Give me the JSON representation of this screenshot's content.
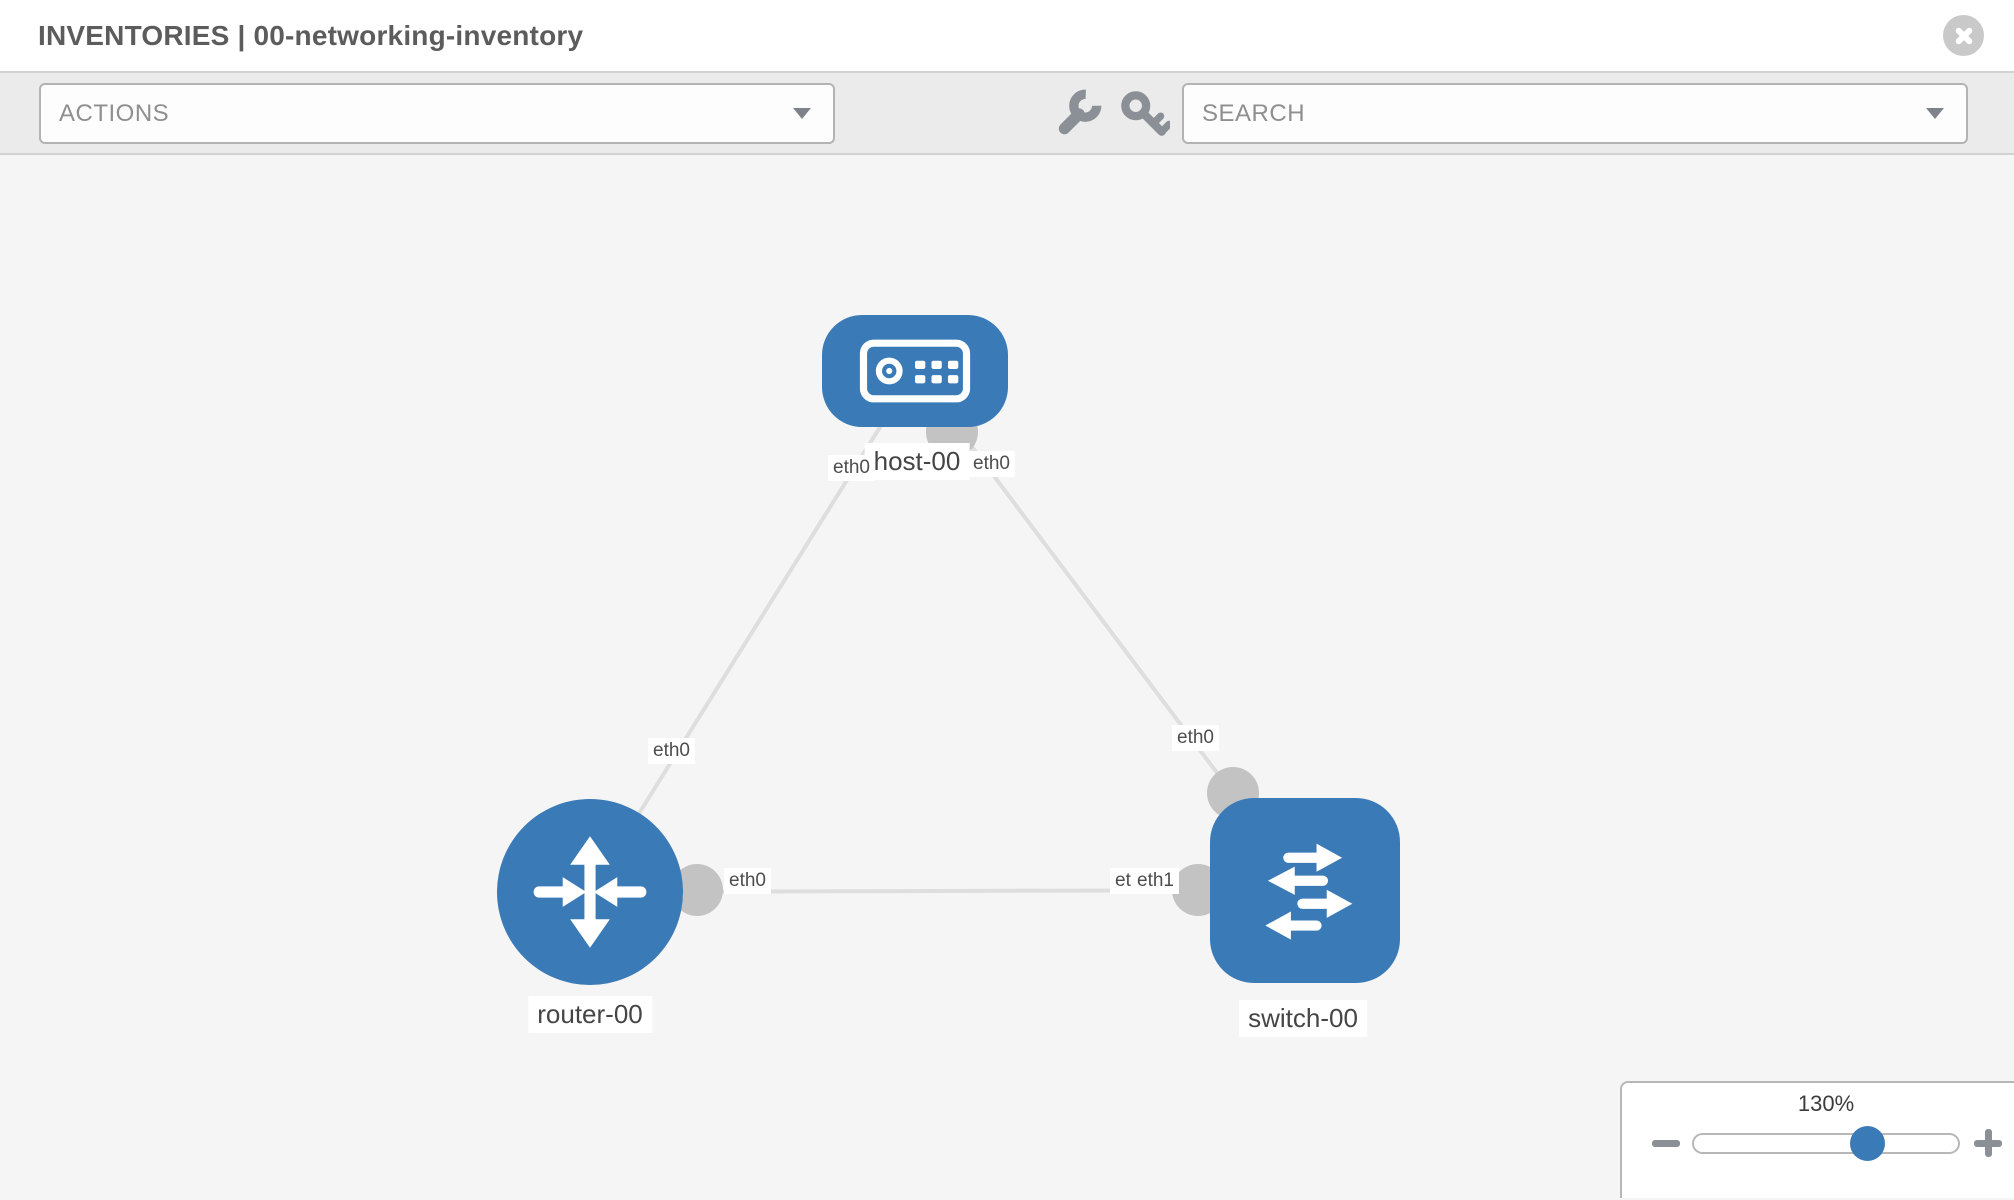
{
  "header": {
    "title": "INVENTORIES | 00-networking-inventory",
    "close_icon": "circle-x"
  },
  "toolbar": {
    "actions_label": "ACTIONS",
    "search_placeholder": "SEARCH",
    "icons": [
      "wrench-icon",
      "key-icon",
      "dropdown-caret-icon"
    ]
  },
  "topology": {
    "nodes": [
      {
        "id": "host-00",
        "type": "host",
        "label": "host-00"
      },
      {
        "id": "router-00",
        "type": "router",
        "label": "router-00"
      },
      {
        "id": "switch-00",
        "type": "switch",
        "label": "switch-00"
      }
    ],
    "links": [
      {
        "from": "host-00",
        "from_port": "eth0",
        "to": "router-00",
        "to_port": "eth0"
      },
      {
        "from": "host-00",
        "from_port": "eth0",
        "to": "switch-00",
        "to_port": "eth0"
      },
      {
        "from": "router-00",
        "from_port": "eth0",
        "to": "switch-00",
        "to_port": "eth1"
      }
    ],
    "port_labels": [
      {
        "text": "eth0"
      },
      {
        "text": "eth0"
      },
      {
        "text": "eth0"
      },
      {
        "text": "eth0"
      },
      {
        "text": "eth0"
      },
      {
        "text": "eth0"
      },
      {
        "text": "eth1"
      }
    ]
  },
  "zoom_control": {
    "level": "130%",
    "minus_icon": "zoom-out-icon",
    "plus_icon": "zoom-in-icon"
  },
  "colors": {
    "node_blue": "#3a7ab7",
    "link_gray": "#dedede",
    "port_gray": "#c3c3c3",
    "toolbar_gray": "#ebebeb",
    "canvas_gray": "#f5f5f5"
  }
}
